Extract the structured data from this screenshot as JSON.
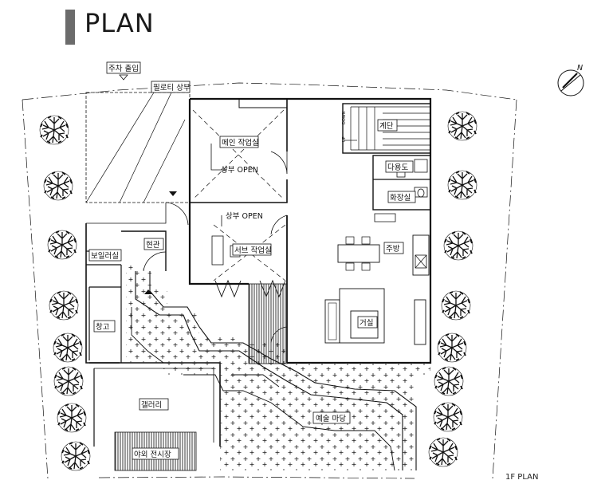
{
  "title": "PLAN",
  "caption": "1F PLAN",
  "compass": {
    "label": "N"
  },
  "rooms": {
    "parking_entry": "주차 출입",
    "piloti": "필로티 상부",
    "main_workshop": "메인 작업실",
    "open_above_1": "상부 OPEN",
    "stairs": "계단",
    "stairs_down": "DOWN",
    "stairs_up": "UP",
    "utility": "다용도",
    "restroom": "화장실",
    "open_above_2": "상부 OPEN",
    "sub_workshop": "서브 작업실",
    "kitchen": "주방",
    "entrance": "현관",
    "boiler": "보일러실",
    "storage": "창고",
    "living": "거실",
    "gallery": "갤러리",
    "art_yard": "예술 마당",
    "outdoor_exhibit": "야외 전시장"
  },
  "colors": {
    "line": "#111111",
    "hatch": "#333333",
    "title_bar": "#6b6b6b"
  }
}
